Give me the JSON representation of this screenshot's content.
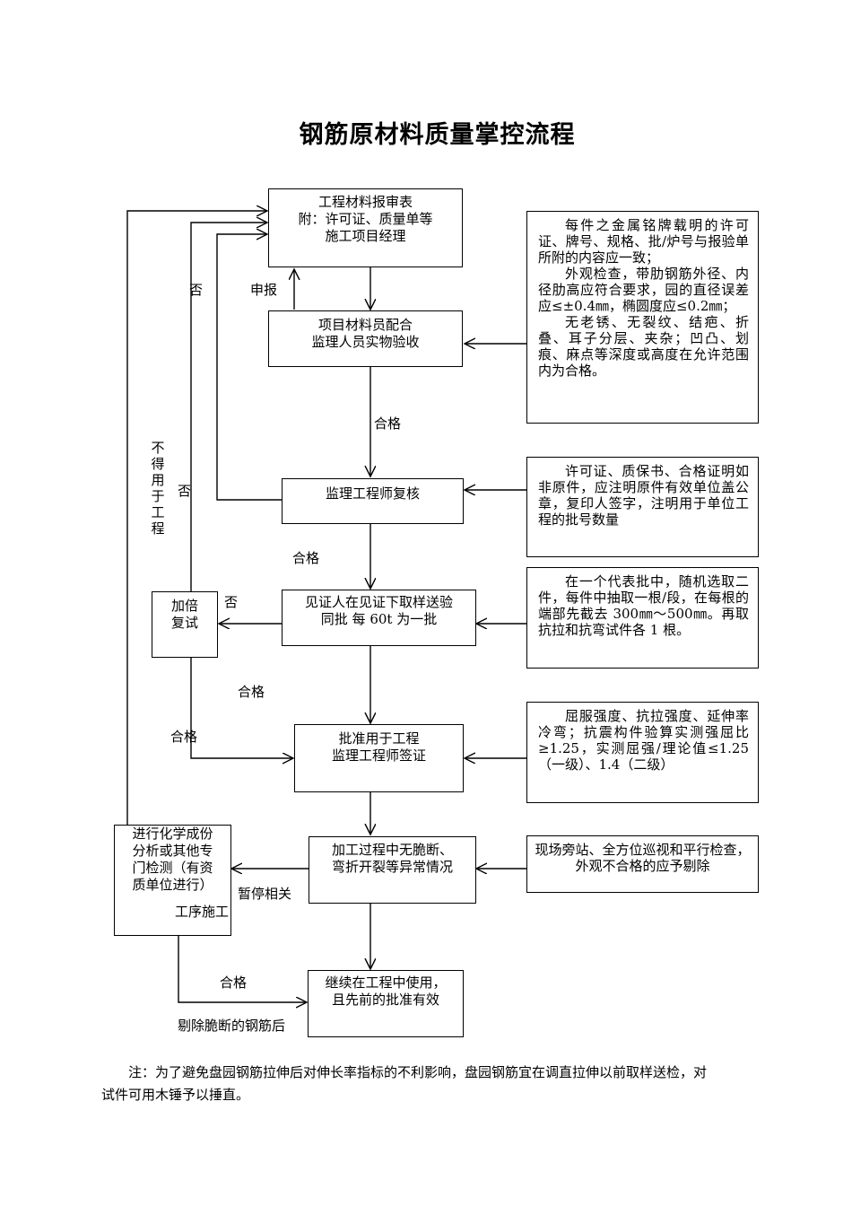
{
  "title": "钢筋原材料质量掌控流程",
  "boxes": {
    "report": [
      "工程材料报审表",
      "附：许可证、质量单等",
      "施工项目经理"
    ],
    "inspect": [
      "项目材料员配合",
      "监理人员实物验收"
    ],
    "review": [
      "监理工程师复核"
    ],
    "sample": [
      "见证人在见证下取样送验",
      "同批 每 60t 为一批"
    ],
    "retest": [
      "加倍",
      "复试"
    ],
    "approve": [
      "批准用于工程",
      "监理工程师签证"
    ],
    "process": [
      "加工过程中无脆断、",
      "弯折开裂等异常情况"
    ],
    "chem": [
      "进行化学成份",
      "分析或其他专",
      "门检测（有资",
      "质单位进行）"
    ],
    "chem_sub": "工序施工",
    "continue": [
      "继续在工程中使用，",
      "且先前的批准有效"
    ]
  },
  "notes": {
    "n1_p1": "每件之金属铭牌载明的许可证、牌号、规格、批/炉号与报验单所附的内容应一致；",
    "n1_p2": "外观检查，带肋钢筋外径、内径肋高应符合要求，园的直径误差应≤±0.4㎜，椭圆度应≤0.2㎜；",
    "n1_p3": "无老锈、无裂纹、结疤、折叠、耳子分层、夹杂；凹凸、划痕、麻点等深度或高度在允许范围内为合格。",
    "n2": "许可证、质保书、合格证明如非原件，应注明原件有效单位盖公章，复印人签字，注明用于单位工程的批号数量",
    "n3": "在一个代表批中，随机选取二件，每件中抽取一根/段，在每根的端部先截去 300㎜～500㎜。再取抗拉和抗弯试件各 1 根。",
    "n4": "屈服强度、抗拉强度、延伸率冷弯；抗震构件验算实测强屈比≥1.25，实测屈强/理论值≤1.25（一级）、1.4（二级）",
    "n5": "现场旁站、全方位巡视和平行检查，外观不合格的应予剔除"
  },
  "labels": {
    "fou_1": "否",
    "shenbao": "申报",
    "hege_1": "合格",
    "bude": "不得用于工程",
    "fou_2": "否",
    "hege_2": "合格",
    "fou_3": "否",
    "hege_3": "合格",
    "hege_4": "合格",
    "zanting": "暂停相关",
    "hege_5": "合格",
    "tichu": "剔除脆断的钢筋后"
  },
  "footer": {
    "line1": "注：为了避免盘园钢筋拉伸后对伸长率指标的不利影响，盘园钢筋宜在调直拉伸以前取样送检，对",
    "line2": "试件可用木锤予以捶直。"
  }
}
